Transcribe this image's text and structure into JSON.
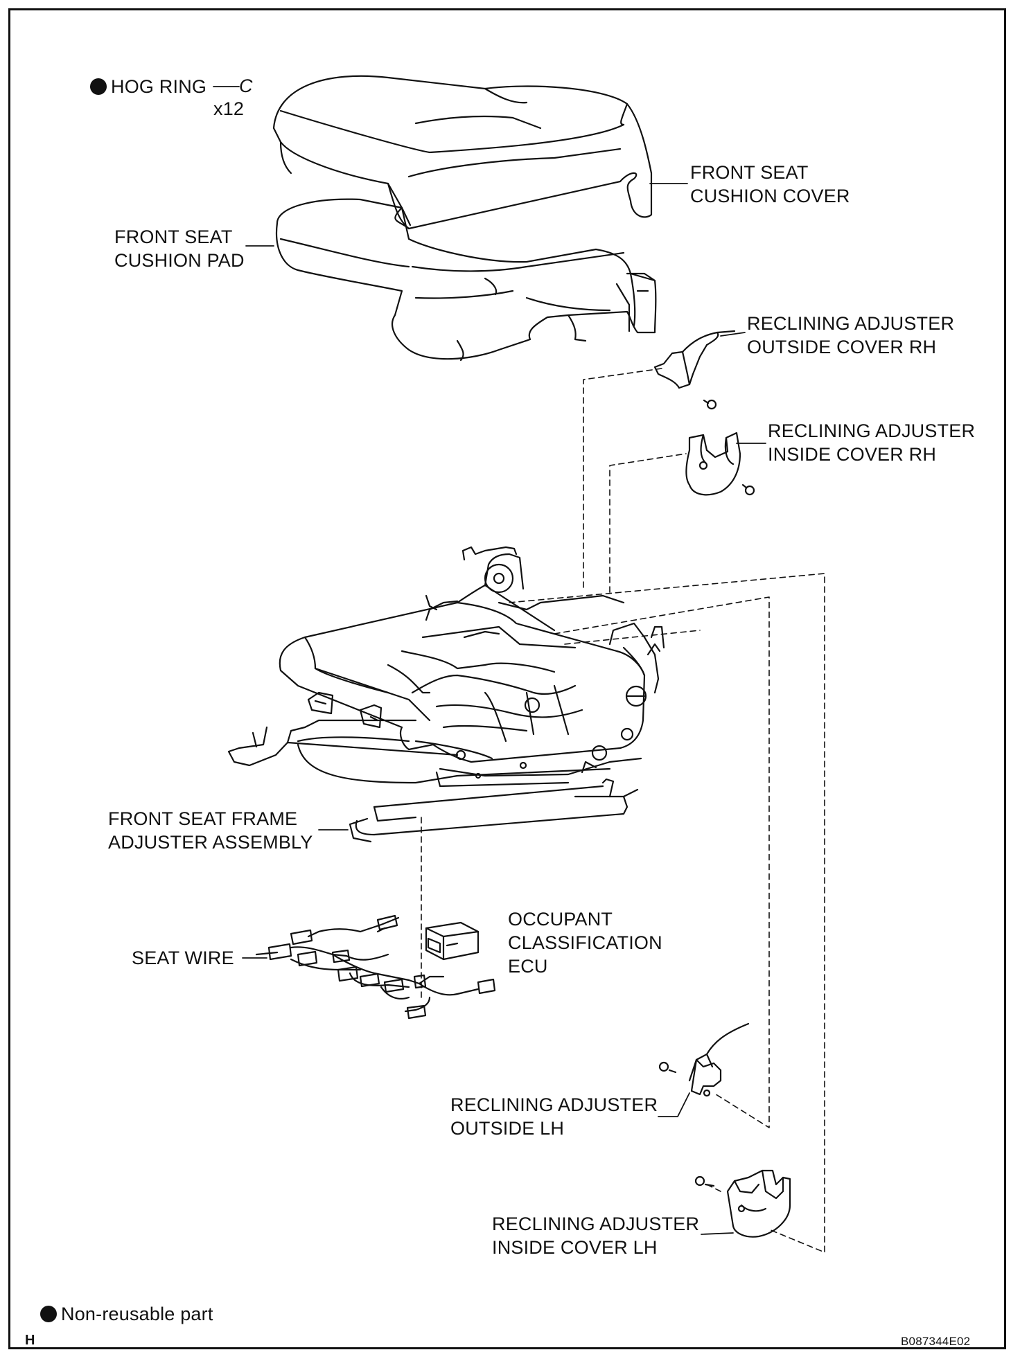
{
  "hog_ring": {
    "label": "HOG RING",
    "code": "C",
    "qty": "x12"
  },
  "labels": {
    "cushion_cover": [
      "FRONT SEAT",
      "CUSHION COVER"
    ],
    "cushion_pad": [
      "FRONT SEAT",
      "CUSHION PAD"
    ],
    "outside_cover_rh": [
      "RECLINING ADJUSTER",
      "OUTSIDE COVER RH"
    ],
    "inside_cover_rh": [
      "RECLINING ADJUSTER",
      "INSIDE COVER RH"
    ],
    "frame_adjuster": [
      "FRONT SEAT FRAME",
      "ADJUSTER ASSEMBLY"
    ],
    "ecu": [
      "OCCUPANT",
      "CLASSIFICATION",
      "ECU"
    ],
    "seat_wire": "SEAT WIRE",
    "outside_lh": [
      "RECLINING ADJUSTER",
      "OUTSIDE LH"
    ],
    "inside_cover_lh": [
      "RECLINING ADJUSTER",
      "INSIDE COVER LH"
    ]
  },
  "legend": {
    "non_reusable": "Non-reusable part"
  },
  "footer": {
    "corner_letter": "H",
    "figure_id": "B087344E02"
  }
}
